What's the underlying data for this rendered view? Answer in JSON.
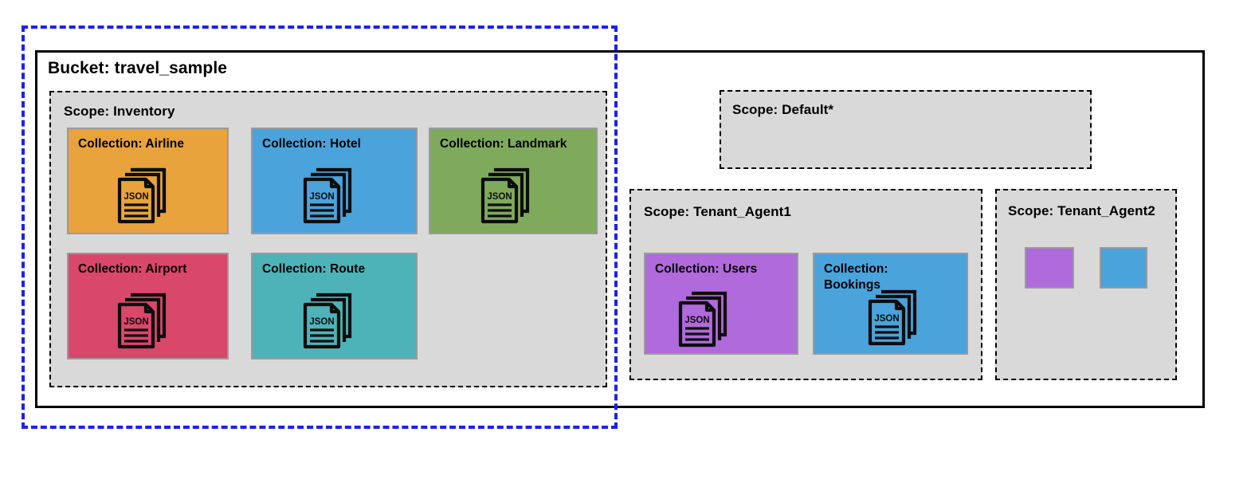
{
  "diagram": {
    "selection_color": "#1a23e8",
    "scope_fill": "#d9d9d9",
    "bucket": {
      "title": "Bucket: travel_sample",
      "border_color": "#000000"
    },
    "scopes": [
      {
        "id": "inventory",
        "title": "Scope: Inventory",
        "collections": [
          {
            "title": "Collection: Airline",
            "color": "#E8A33D",
            "icon": "json-documents-icon"
          },
          {
            "title": "Collection: Hotel",
            "color": "#4BA3DB",
            "icon": "json-documents-icon"
          },
          {
            "title": "Collection: Landmark",
            "color": "#7FAA5C",
            "icon": "json-documents-icon"
          },
          {
            "title": "Collection: Airport",
            "color": "#D9476B",
            "icon": "json-documents-icon"
          },
          {
            "title": "Collection: Route",
            "color": "#4DB3B8",
            "icon": "json-documents-icon"
          }
        ]
      },
      {
        "id": "default",
        "title": "Scope: Default*",
        "collections": []
      },
      {
        "id": "tenant1",
        "title": "Scope: Tenant_Agent1",
        "collections": [
          {
            "title": "Collection: Users",
            "color": "#B06ADB",
            "icon": "json-documents-icon"
          },
          {
            "title": "Collection: Bookings",
            "color": "#4BA3DB",
            "icon": "json-documents-icon"
          }
        ]
      },
      {
        "id": "tenant2",
        "title": "Scope: Tenant_Agent2",
        "swatches": [
          {
            "color": "#B06ADB"
          },
          {
            "color": "#4BA3DB"
          }
        ]
      }
    ],
    "icon_label": "JSON"
  }
}
